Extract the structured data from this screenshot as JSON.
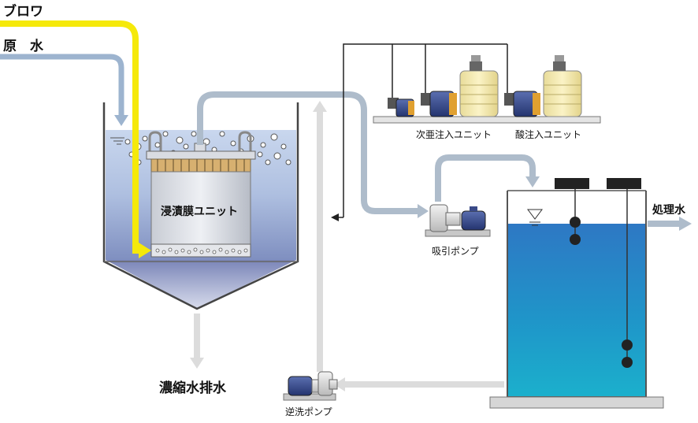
{
  "labels": {
    "blower": "ブロワ",
    "raw_water": "原　水",
    "membrane_unit": "浸漬膜ユニット",
    "hypochlorite_unit": "次亜注入ユニット",
    "acid_unit": "酸注入ユニット",
    "treated_water": "処理水",
    "suction_pump": "吸引ポンプ",
    "concentrate_drain": "濃縮水排水",
    "backwash_pump": "逆洗ポンプ"
  },
  "colors": {
    "air_line": "#f5e90a",
    "raw_water_line": "#9db4cf",
    "suction_line": "#aebccb",
    "backwash_line": "#dcdcdc",
    "tank_water": "#2b7fc8",
    "membrane_tank_water": "#b9cbe6"
  }
}
